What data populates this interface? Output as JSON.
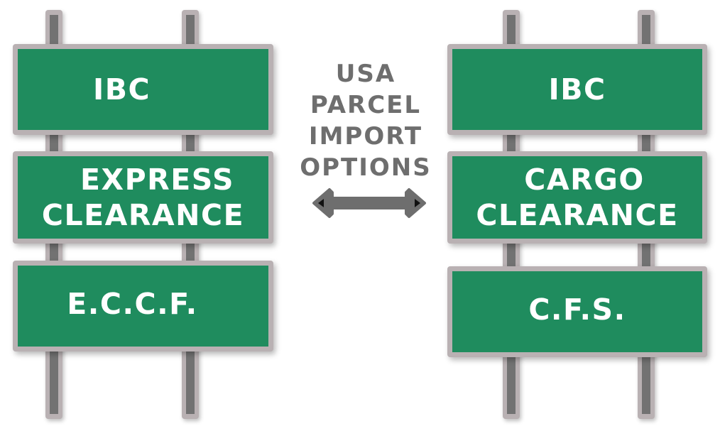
{
  "title": [
    "USA",
    "PARCEL",
    "IMPORT",
    "OPTIONS"
  ],
  "colors": {
    "sign_green": "#1f8c5e",
    "sign_border": "#b9b1b3",
    "post_core": "#727272",
    "title_gray": "#6e6e6e",
    "text_white": "#ffffff"
  },
  "connector_icon": "double-headed-arrow-icon",
  "left_column": {
    "signs": [
      {
        "lines": [
          "IBC"
        ]
      },
      {
        "lines": [
          "EXPRESS",
          "CLEARANCE"
        ]
      },
      {
        "lines": [
          "E.C.C.F."
        ]
      }
    ]
  },
  "right_column": {
    "signs": [
      {
        "lines": [
          "IBC"
        ]
      },
      {
        "lines": [
          "CARGO",
          "CLEARANCE"
        ]
      },
      {
        "lines": [
          "C.F.S."
        ]
      }
    ]
  }
}
